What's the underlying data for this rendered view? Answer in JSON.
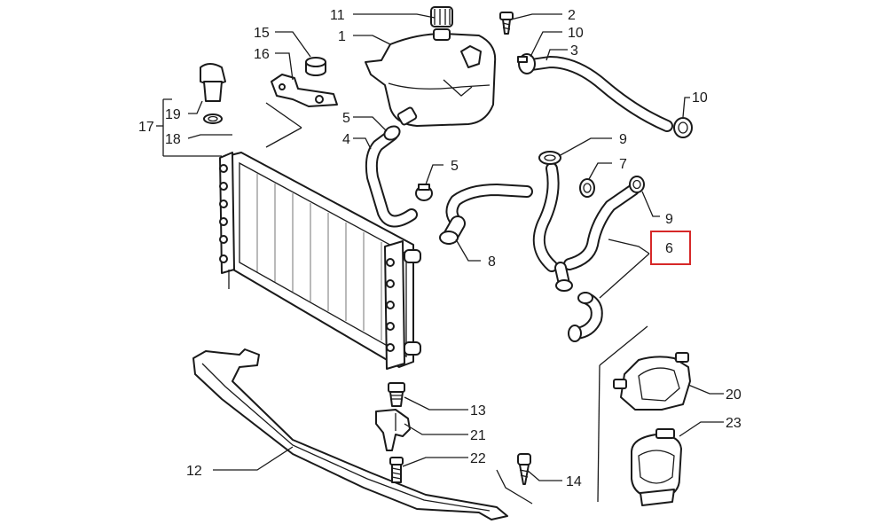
{
  "labels": {
    "p1": "1",
    "p2": "2",
    "p3": "3",
    "p4": "4",
    "p5a": "5",
    "p5b": "5",
    "p6": "6",
    "p7": "7",
    "p8": "8",
    "p9a": "9",
    "p9b": "9",
    "p10a": "10",
    "p10b": "10",
    "p11": "11",
    "p12": "12",
    "p13": "13",
    "p14": "14",
    "p15": "15",
    "p16": "16",
    "p17": "17",
    "p18": "18",
    "p19": "19",
    "p20": "20",
    "p21": "21",
    "p22": "22",
    "p23": "23"
  },
  "highlight": {
    "part": "6",
    "color": "#d62828"
  }
}
